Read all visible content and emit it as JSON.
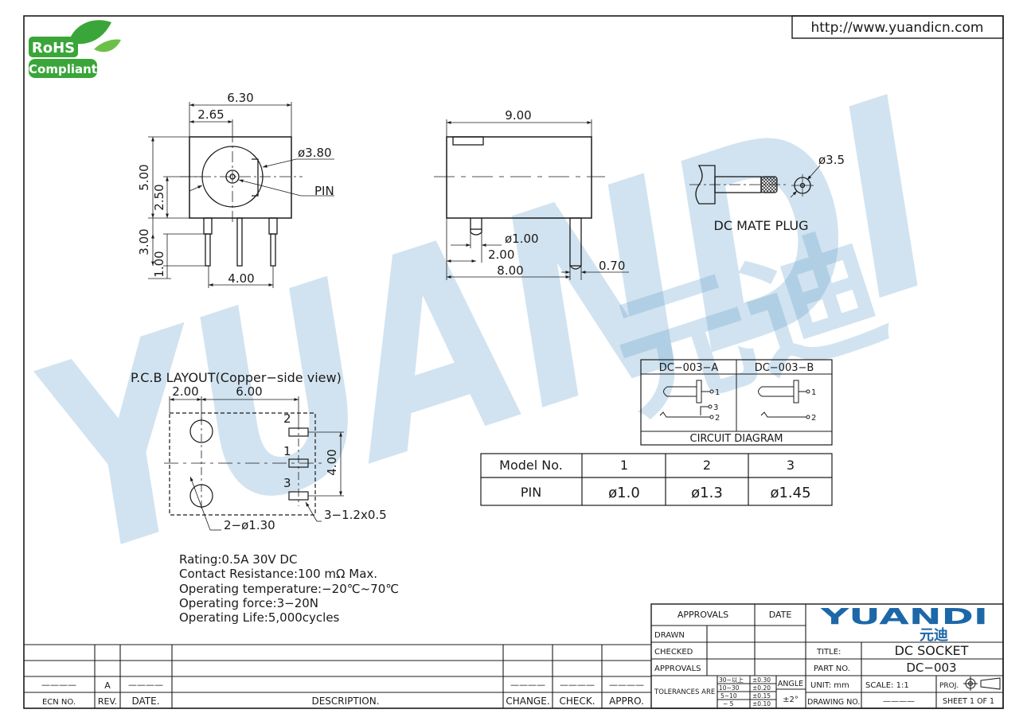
{
  "url": "http://www.yuandicn.com",
  "rohs": {
    "line1": "RoHS",
    "line2": "Compliant"
  },
  "watermark": {
    "latin": "YUANDI",
    "cjk": "元迪"
  },
  "front_view": {
    "dim_width": "6.30",
    "dim_center": "2.65",
    "dim_height": "5.00",
    "dim_center_h": "2.50",
    "dim_pin_len": "3.00",
    "dim_pin_tip": "1.00",
    "dim_pin_pitch": "4.00",
    "dim_dia": "ø3.80",
    "pin_label": "PIN"
  },
  "side_view": {
    "dim_length": "9.00",
    "dim_pin_dia": "ø1.00",
    "dim_pin_off": "2.00",
    "dim_pin_span": "8.00",
    "dim_pin_thk": "0.70"
  },
  "plug": {
    "dia": "ø3.5",
    "caption": "DC  MATE  PLUG"
  },
  "pcb": {
    "title": "P.C.B  LAYOUT(Copper−side  view)",
    "dim_left": "2.00",
    "dim_span": "6.00",
    "dim_height": "4.00",
    "pad2": "2",
    "pad1": "1",
    "pad3": "3",
    "hole_label": "2−ø1.30",
    "pad_label": "3−1.2x0.5"
  },
  "specs": [
    "Rating:0.5A  30V  DC",
    "Contact  Resistance:100  mΩ  Max.",
    "Operating  temperature:−20℃~70℃",
    "Operating  force:3−20N",
    "Operating  Life:5,000cycles"
  ],
  "circuit": {
    "a_label": "DC−003−A",
    "b_label": "DC−003−B",
    "caption": "CIRCUIT  DIAGRAM",
    "n1": "1",
    "n2": "2",
    "n3": "3"
  },
  "pin_table": {
    "header": [
      "Model  No.",
      "1",
      "2",
      "3"
    ],
    "row": [
      "PIN",
      "ø1.0",
      "ø1.3",
      "ø1.45"
    ]
  },
  "title_block": {
    "approvals": "APPROVALS",
    "date": "DATE",
    "drawn": "DRAWN",
    "checked": "CHECKED",
    "approvals2": "APPROVALS",
    "tolerances": "TOLERANCES  ARE",
    "tol_ranges": [
      "30~以上",
      "10~30",
      "5~10",
      "~ 5"
    ],
    "tol_values": [
      "±0.30",
      "±0.20",
      "±0.15",
      "±0.10"
    ],
    "angle": "ANGLE",
    "angle_val": "±2°",
    "logo_latin": "YUANDI",
    "logo_cjk": "元迪",
    "title_label": "TITLE:",
    "title_value": "DC  SOCKET",
    "part_label": "PART  NO.",
    "part_value": "DC−003",
    "unit": "UNIT:  mm",
    "scale": "SCALE:    1:1",
    "proj": "PROJ.",
    "drawing_no": "DRAWING  NO.",
    "drawing_val": "————",
    "sheet": "SHEET    1  OF  1"
  },
  "revision": {
    "cols": [
      "ECN  NO.",
      "REV.",
      "DATE.",
      "DESCRIPTION.",
      "CHANGE.",
      "CHECK.",
      "APPRO."
    ],
    "rev_value": "A",
    "dash": "————"
  }
}
